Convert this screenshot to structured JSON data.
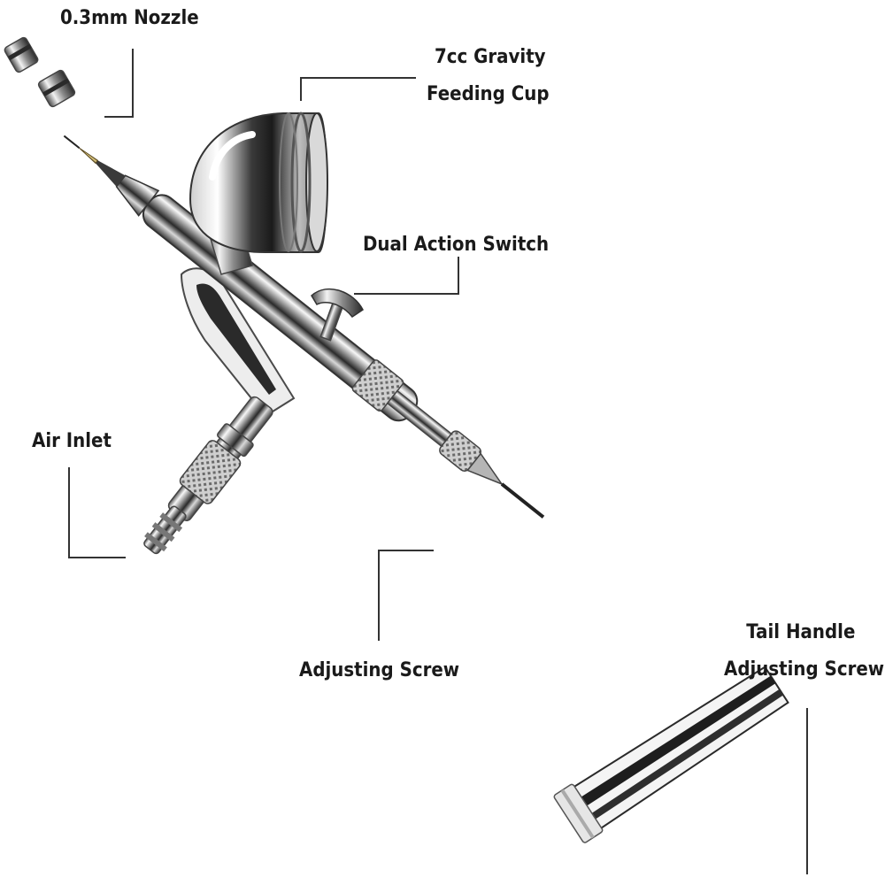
{
  "labels": {
    "nozzle": "0.3mm Nozzle",
    "cup_line1": "7cc Gravity",
    "cup_line2": "Feeding Cup",
    "switch": "Dual Action Switch",
    "air_inlet": "Air Inlet",
    "adjusting_screw": "Adjusting Screw",
    "tail_line1": "Tail Handle",
    "tail_line2": "Adjusting Screw"
  },
  "colors": {
    "text": "#1a1a1a",
    "leader_line": "#333333",
    "chrome_light": "#f4f4f4",
    "chrome_dark": "#1e1e1e",
    "background": "#ffffff"
  }
}
